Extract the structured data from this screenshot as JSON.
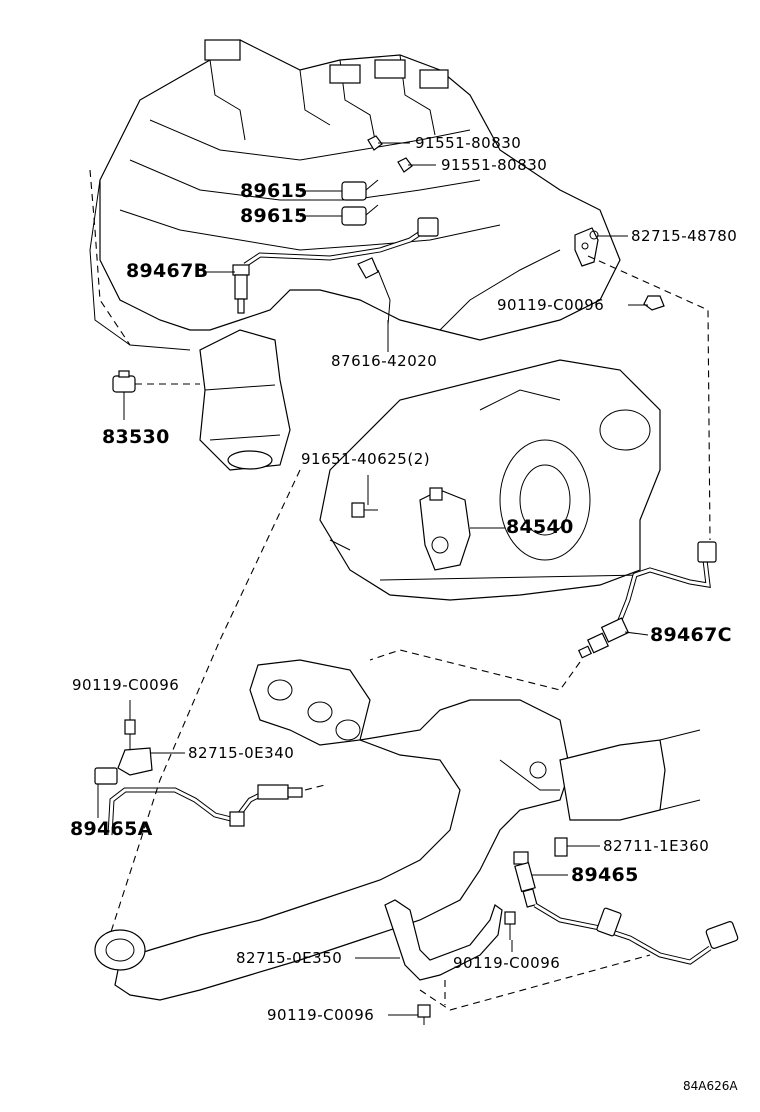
{
  "diagram": {
    "callouts": [
      {
        "id": "c1",
        "text": "91551-80830"
      },
      {
        "id": "c2",
        "text": "91551-80830"
      },
      {
        "id": "c3",
        "text": "89615"
      },
      {
        "id": "c4",
        "text": "89615"
      },
      {
        "id": "c5",
        "text": "82715-48780"
      },
      {
        "id": "c6",
        "text": "89467B"
      },
      {
        "id": "c7",
        "text": "90119-C0096"
      },
      {
        "id": "c8",
        "text": "87616-42020"
      },
      {
        "id": "c9",
        "text": "83530"
      },
      {
        "id": "c10",
        "text": "91651-40625(2)"
      },
      {
        "id": "c11",
        "text": "84540"
      },
      {
        "id": "c12",
        "text": "89467C"
      },
      {
        "id": "c13",
        "text": "90119-C0096"
      },
      {
        "id": "c14",
        "text": "82715-0E340"
      },
      {
        "id": "c15",
        "text": "89465A"
      },
      {
        "id": "c16",
        "text": "82711-1E360"
      },
      {
        "id": "c17",
        "text": "89465"
      },
      {
        "id": "c18",
        "text": "82715-0E350"
      },
      {
        "id": "c19",
        "text": "90119-C0096"
      },
      {
        "id": "c20",
        "text": "90119-C0096"
      }
    ],
    "footer_code": "84A626A"
  }
}
